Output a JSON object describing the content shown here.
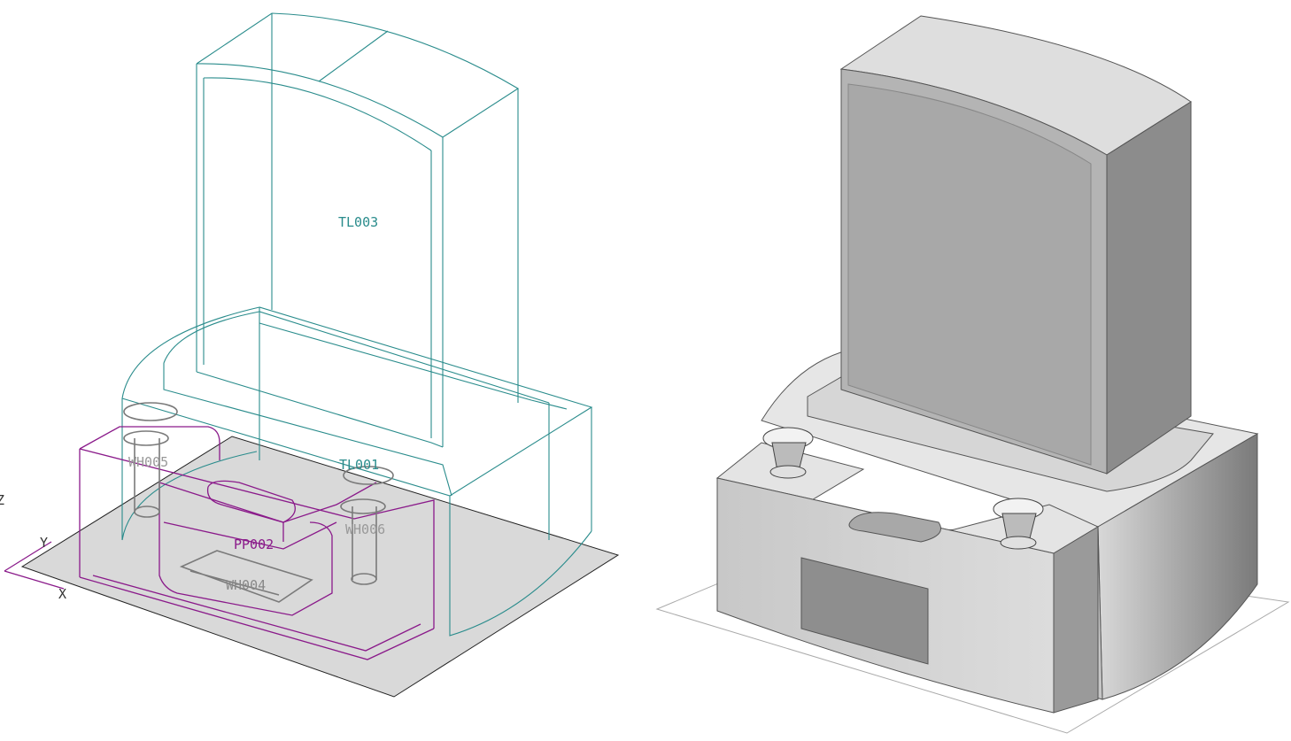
{
  "wireframe_view": {
    "labels": {
      "tablet": "TL003",
      "base": "TL001",
      "front_platform": "PP002",
      "incense_tray": "WH004",
      "vase_left": "WH005",
      "vase_right": "WH006"
    },
    "axes": {
      "x": "X",
      "y": "Y",
      "z": "Z"
    },
    "colors": {
      "tablet_base": "#2a8c8c",
      "platform": "#8a1a8a",
      "fixtures": "#7a7a7a",
      "ground": "#d9d9d9"
    }
  },
  "shaded_view": {
    "colors": {
      "light": "#e8e8e8",
      "mid": "#b8b8b8",
      "dark": "#8a8a8a"
    }
  }
}
